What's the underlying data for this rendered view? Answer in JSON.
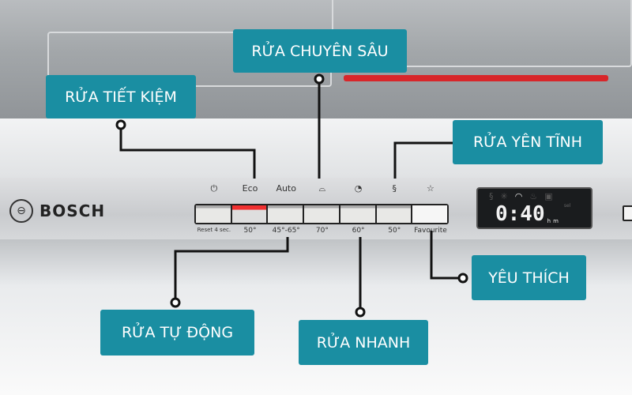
{
  "brand": {
    "name": "BOSCH"
  },
  "panel": {
    "top_labels": [
      "⏻",
      "Eco",
      "Auto",
      "pot-icon",
      "quick-icon",
      "silence-icon",
      "☆"
    ],
    "icons": [
      "power-icon",
      "",
      "",
      "intensive-pot-icon",
      "quick-wash-icon",
      "silence-icon",
      "star-icon"
    ],
    "bottom_labels": [
      "Reset 4 sec.",
      "50°",
      "45°-65°",
      "70°",
      "60°",
      "50°",
      "Favourite"
    ],
    "eco_indicator_color": "#f03030"
  },
  "display": {
    "time": "0:40",
    "hours_unit": "h",
    "minutes_unit": "m",
    "sel": "sel"
  },
  "callouts": {
    "eco": "RỬA TIẾT KIỆM",
    "intensive": "RỬA CHUYÊN SÂU",
    "silence": "RỬA YÊN TĨNH",
    "favourite": "YÊU THÍCH",
    "quick": "RỬA NHANH",
    "auto": "RỬA TỰ ĐỘNG"
  },
  "colors": {
    "callout": "#1a8ea2",
    "indicator": "#f03030"
  }
}
